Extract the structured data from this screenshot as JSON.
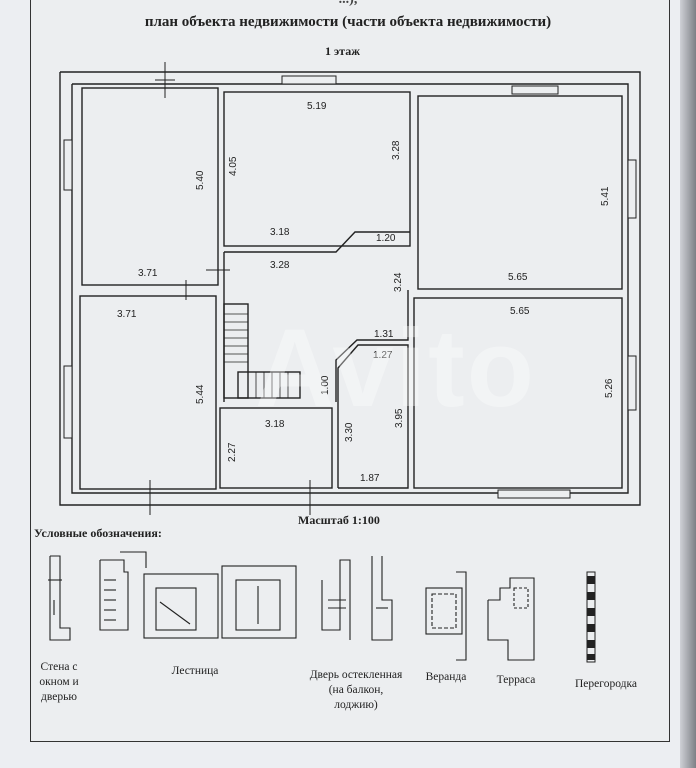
{
  "header": {
    "top_fragment": "...),",
    "title": "план объекта недвижимости (части объекта недвижимости)"
  },
  "floor_label": "1 этаж",
  "dimensions": {
    "d_540": "5.40",
    "d_519": "5.19",
    "d_405": "4.05",
    "d_328_right": "3.28",
    "d_541": "5.41",
    "d_318_top": "3.18",
    "d_120": "1.20",
    "d_371_a": "3.71",
    "d_328_mid": "3.28",
    "d_324": "3.24",
    "d_565_a": "5.65",
    "d_371_b": "3.71",
    "d_131": "1.31",
    "d_565_b": "5.65",
    "d_127": "1.27",
    "d_544": "5.44",
    "d_100": "1.00",
    "d_526": "5.26",
    "d_318_bot": "3.18",
    "d_330": "3.30",
    "d_395": "3.95",
    "d_227": "2.27",
    "d_187": "1.87"
  },
  "scale_text": "Масштаб 1:100",
  "legend": {
    "title": "Условные обозначения:",
    "wall": "Стена с окном и дверью",
    "stairs": "Лестница",
    "door": "Дверь остекленная (на балкон, лоджию)",
    "veranda": "Веранда",
    "terrace": "Терраса",
    "partition": "Перегородка"
  },
  "watermark": "Avito",
  "colors": {
    "ink": "#222222",
    "paper": "#eceef0",
    "background": "#8f9298"
  }
}
